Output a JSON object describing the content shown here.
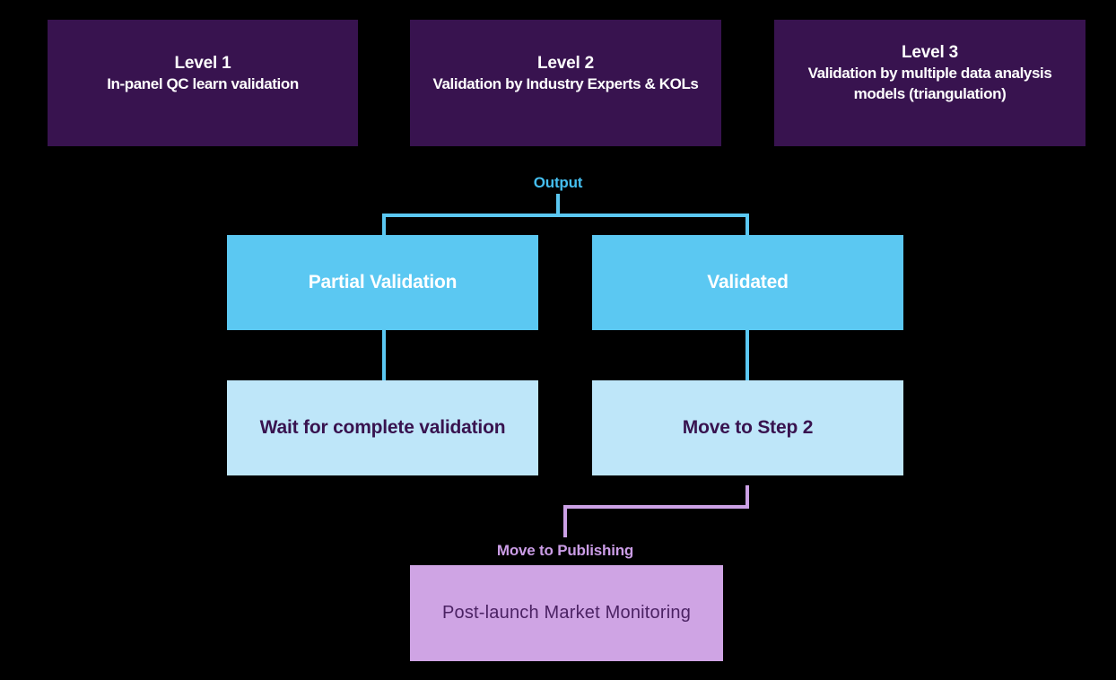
{
  "diagram": {
    "levels": [
      {
        "title": "Level 1",
        "subtitle": "In-panel QC learn validation"
      },
      {
        "title": "Level 2",
        "subtitle": "Validation by Industry Experts & KOLs"
      },
      {
        "title": "Level 3",
        "subtitle": "Validation by multiple data analysis models (triangulation)"
      }
    ],
    "output_label": "Output",
    "outcomes": [
      {
        "status": "Partial Validation",
        "next_step": "Wait for complete validation"
      },
      {
        "status": "Validated",
        "next_step": "Move to Step 2"
      }
    ],
    "publishing_label": "Move to Publishing",
    "final_step": "Post-launch Market Monitoring"
  },
  "colors": {
    "background": "#000000",
    "level_box": "#38134F",
    "level_text": "#FFFFFF",
    "outcome_box": "#5BC8F2",
    "outcome_text": "#FFFFFF",
    "next_step_box": "#BEE6F9",
    "next_step_text": "#38134F",
    "final_box": "#CFA4E4",
    "final_text": "#4B2263",
    "blue_connector": "#5BC8F2",
    "blue_label_text": "#45BFF0",
    "purple_connector": "#CBA0E5",
    "purple_label_text": "#CB9DE6"
  }
}
